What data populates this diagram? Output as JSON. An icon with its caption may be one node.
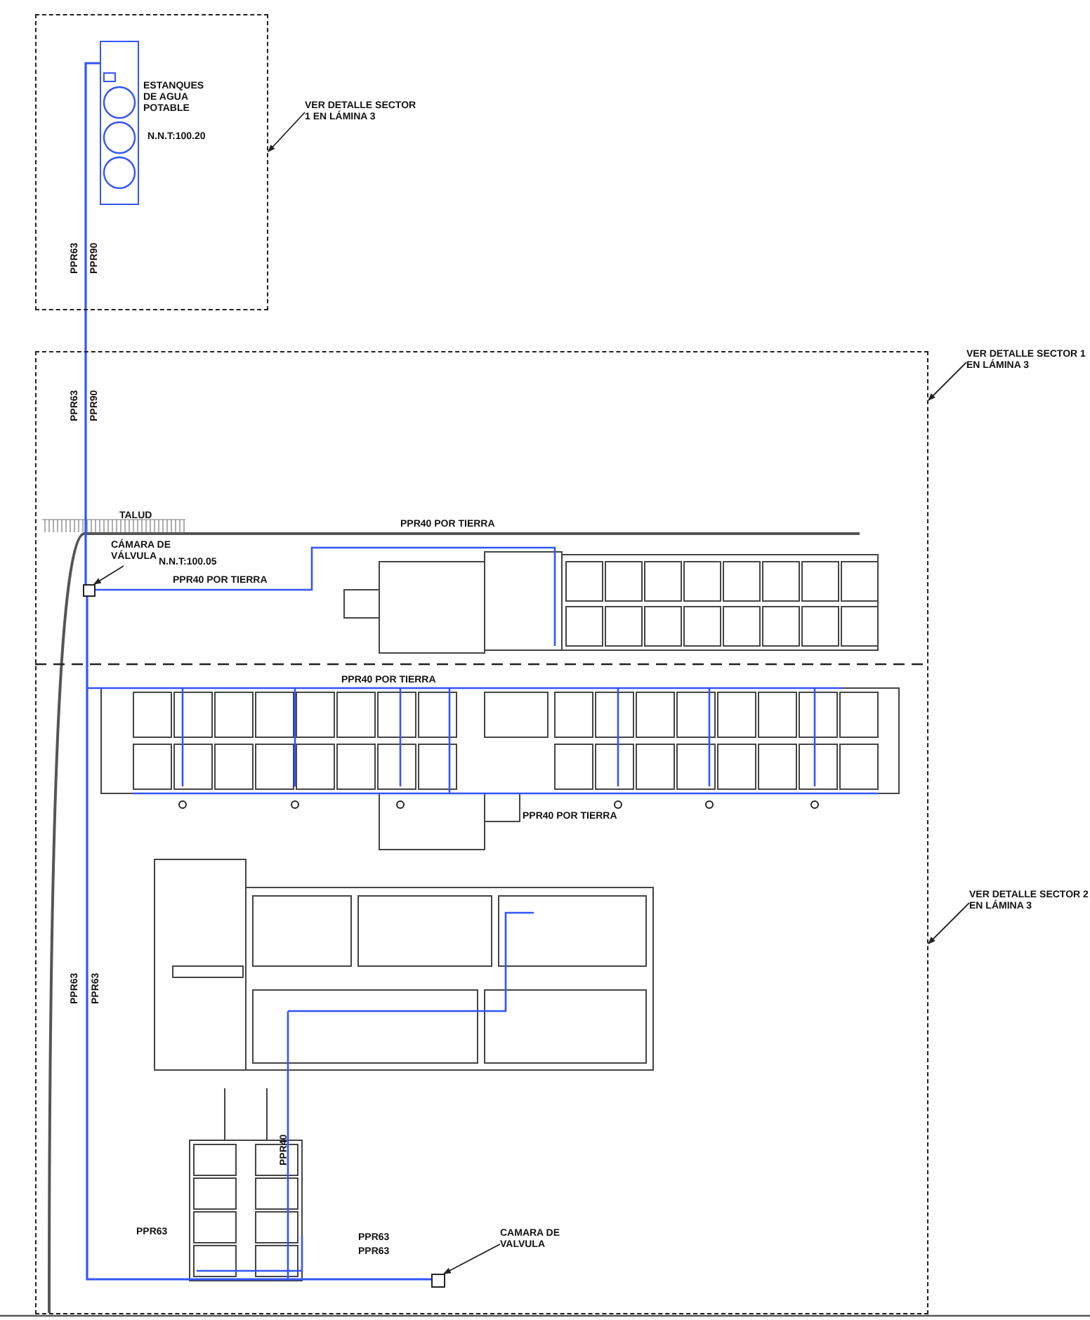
{
  "diagram": {
    "nodes": [
      {
        "text": [],
        "shape": "box"
      },
      {
        "text": [
          "ESTANQUES DE AGUA POTABLE"
        ],
        "in": 0
      },
      {
        "text": [
          "VER DETALLE SECTOR 1 EN LÁMINA 3"
        ]
      },
      {
        "text": [],
        "shape": "box"
      },
      {
        "text": [
          "VER DETALLE SECTOR 1 EN LÁMINA 3"
        ]
      },
      {
        "text": [
          "VER DETALLE SECTOR 2 EN LÁMINA 3"
        ]
      },
      {
        "text": [
          "CÁMARA DE VÁLVULA"
        ],
        "in": 3
      },
      {
        "text": [],
        "shape": "box",
        "in": 3
      },
      {
        "text": [
          "CAMARA DE VALVULA"
        ],
        "in": 3
      },
      {
        "text": [],
        "shape": "box",
        "in": 3
      }
    ],
    "edges": [
      {
        "from": 2,
        "to": 0,
        "arrow": "to"
      },
      {
        "from": 4,
        "to": 3,
        "arrow": "to"
      },
      {
        "from": 5,
        "to": 3,
        "arrow": "to"
      },
      {
        "from": 6,
        "to": 7,
        "arrow": "to"
      },
      {
        "from": 8,
        "to": 9,
        "arrow": "to"
      },
      {
        "from": 1,
        "to": 7,
        "arrow": "none",
        "color": "#3355ff"
      },
      {
        "from": 7,
        "to": 9,
        "arrow": "none",
        "color": "#3355ff"
      }
    ],
    "labels": [
      "N.N.T:100.20",
      "PPR63",
      "PPR90",
      "PPR63",
      "PPR90",
      "TALUD",
      "PPR40 POR TIERRA",
      "N.N.T:100.05",
      "PPR40 POR TIERRA",
      "PPR40 POR TIERRA",
      "PPR40 POR TIERRA",
      "PPR63",
      "PPR63",
      "PPR40",
      "PPR63",
      "PPR63",
      "PPR63"
    ]
  }
}
